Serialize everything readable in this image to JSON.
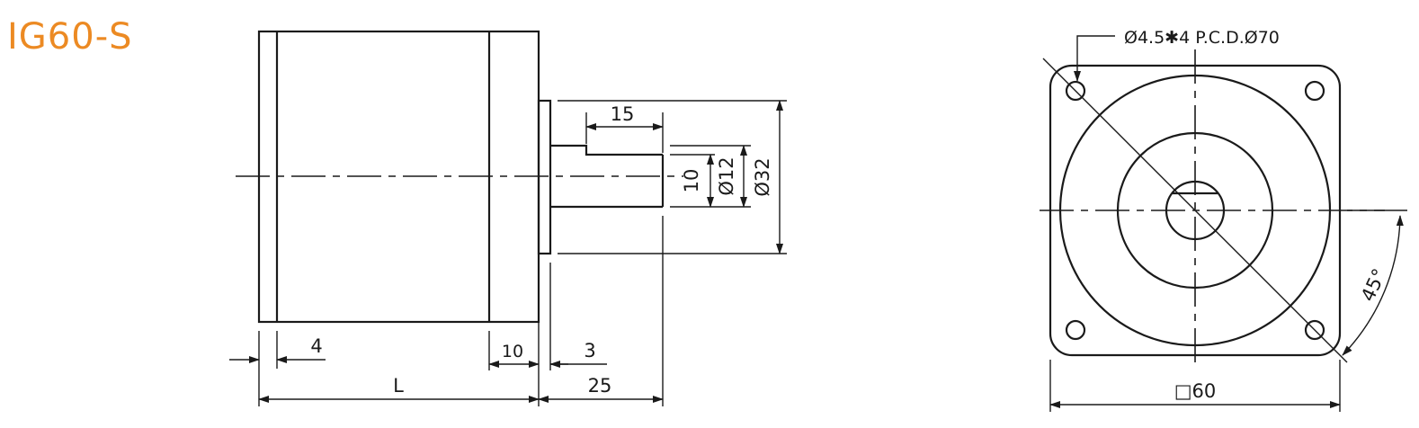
{
  "title": "IG60-S",
  "side_view": {
    "dim_4": "4",
    "dim_L": "L",
    "dim_10": "10",
    "dim_3": "3",
    "dim_25": "25",
    "dim_15": "15",
    "dim_key_10": "10",
    "dim_shaft": "Ø12",
    "dim_boss": "Ø32"
  },
  "front_view": {
    "hole_note": "Ø4.5✱4  P.C.D.Ø70",
    "dim_square": "□60",
    "dim_angle": "45°"
  },
  "colors": {
    "title": "#ec8a23",
    "lines": "#1a1a1a"
  }
}
